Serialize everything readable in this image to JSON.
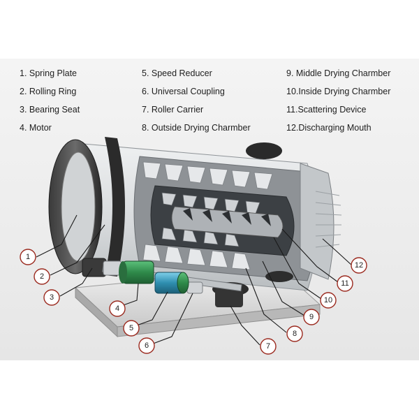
{
  "legend": {
    "col1": [
      "1. Spring Plate",
      "2. Rolling Ring",
      "3. Bearing Seat",
      "4. Motor"
    ],
    "col2": [
      "5. Speed Reducer",
      "6. Universal Coupling",
      "7. Roller Carrier",
      "8. Outside Drying Charmber"
    ],
    "col3": [
      "9. Middle Drying Charmber",
      "10.Inside Drying Charmber",
      "11.Scattering Device",
      "12.Discharging Mouth"
    ]
  },
  "callouts": [
    "1",
    "2",
    "3",
    "4",
    "5",
    "6",
    "7",
    "8",
    "9",
    "10",
    "11",
    "12"
  ],
  "colors": {
    "callout_ring": "#9b2a1f",
    "motor_green": "#2f8a4a",
    "reducer_teal": "#2f8fb0",
    "drum_gray": "#d9dcde"
  }
}
